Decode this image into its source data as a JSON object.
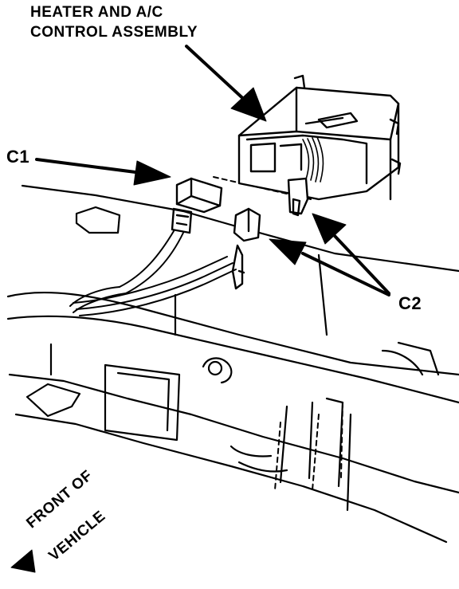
{
  "labels": {
    "assembly_line1": "HEATER AND A/C",
    "assembly_line2": "CONTROL ASSEMBLY",
    "c1": "C1",
    "c2": "C2",
    "front_line1": "FRONT OF",
    "front_line2": "VEHICLE"
  },
  "colors": {
    "ink": "#000000",
    "paper": "#ffffff"
  }
}
